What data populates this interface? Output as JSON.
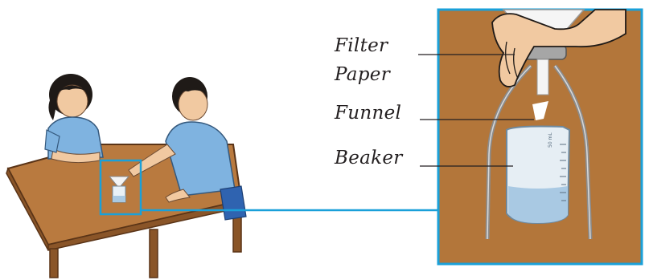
{
  "labels": {
    "filter_paper_line1": "Filter",
    "filter_paper_line2": "Paper",
    "funnel": "Funnel",
    "beaker": "Beaker"
  },
  "beaker_marking": "50 mL",
  "colors": {
    "table": "#b97a3f",
    "table_edge": "#5a3417",
    "inset_background": "#b3763a",
    "highlight_frame": "#1aa0d9",
    "shirt": "#7fb3e0",
    "hair": "#1f1a17",
    "skin": "#f1c9a1",
    "water": "#a9c9e3"
  }
}
